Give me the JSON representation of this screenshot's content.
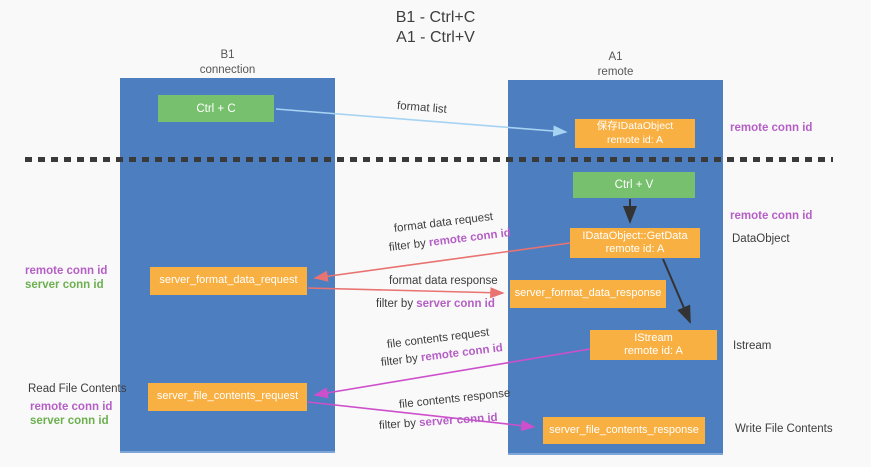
{
  "title": {
    "line1": "B1 - Ctrl+C",
    "line2": "A1 - Ctrl+V"
  },
  "columns": {
    "left": {
      "name": "B1",
      "subtitle": "connection"
    },
    "right": {
      "name": "A1",
      "subtitle": "remote"
    }
  },
  "boxes": {
    "ctrl_c": {
      "label": "Ctrl + C"
    },
    "save_idataobject": {
      "line1": "保存IDataObject",
      "line2": "remote id: A"
    },
    "ctrl_v": {
      "label": "Ctrl + V"
    },
    "getdata": {
      "line1": "IDataObject::GetData",
      "line2": "remote id: A"
    },
    "format_request": {
      "label": "server_format_data_request"
    },
    "format_response": {
      "label": "server_format_data_response"
    },
    "istream": {
      "line1": "IStream",
      "line2": "remote id: A"
    },
    "file_request": {
      "label": "server_file_contents_request"
    },
    "file_response": {
      "label": "server_file_contents_response"
    }
  },
  "arrow_labels": {
    "format_list": "format list",
    "format_data_request": "format data request",
    "format_data_response": "format data response",
    "file_contents_request": "file contents request",
    "file_contents_response": "file contents response",
    "filter_by": "filter by ",
    "remote_conn_id": "remote conn id",
    "server_conn_id": "server conn id"
  },
  "side_labels": {
    "remote_conn_id_top": "remote conn id",
    "remote_conn_id_mid": "remote conn id",
    "dataobject": "DataObject",
    "istream": "Istream",
    "write_file_contents": "Write File Contents",
    "read_file_contents": "Read File Contents",
    "left_remote_conn_id": "remote conn id",
    "left_server_conn_id": "server conn id",
    "left_bottom_remote_conn_id": "remote conn id",
    "left_bottom_server_conn_id": "server conn id"
  },
  "colors": {
    "column_blue": "#4d7ec0",
    "box_green": "#77c16e",
    "box_orange": "#f9b042",
    "arrow_blue": "#a6d3f2",
    "arrow_red": "#e87370",
    "arrow_magenta": "#ce4fcb",
    "arrow_black": "#333333",
    "text_purple": "#b55fc5",
    "text_green": "#6cb04f"
  }
}
